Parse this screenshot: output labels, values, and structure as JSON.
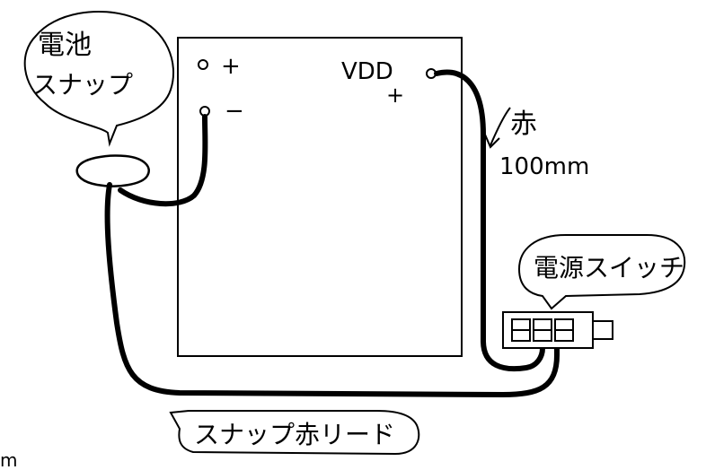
{
  "labels": {
    "battery_snap_line1": "電池",
    "battery_snap_line2": "スナップ",
    "terminal_plus": "+",
    "terminal_minus": "−",
    "vdd": "VDD",
    "vdd_plus": "+",
    "wire_red": "赤",
    "wire_length": "100mm",
    "power_switch": "電源スイッチ",
    "snap_red_lead": "スナップ赤リード",
    "corner_fragment": "m"
  },
  "colors": {
    "ink": "#000000",
    "paper": "#ffffff"
  }
}
